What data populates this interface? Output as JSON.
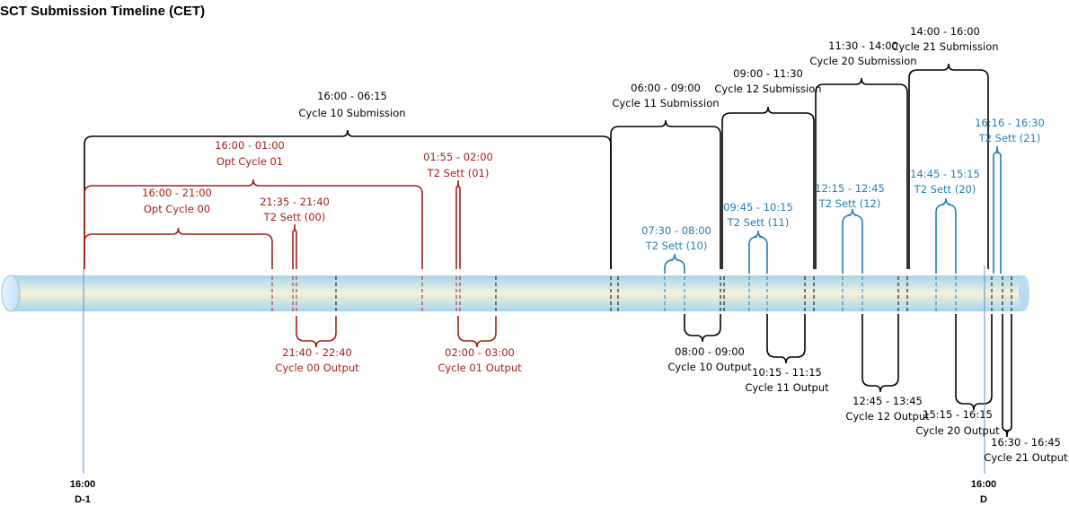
{
  "title": "SCT Submission Timeline (CET)",
  "colors": {
    "black": "#000000",
    "red": "#A52019",
    "blue": "#1F7DB8",
    "axis": "#5B8FD8"
  },
  "axis": {
    "left": {
      "time": "16:00",
      "day": "D-1"
    },
    "right": {
      "time": "16:00",
      "day": "D"
    }
  },
  "labels": [
    {
      "id": "cycle10-sub",
      "color": "black",
      "lines": [
        "16:00 - 06:15",
        "Cycle 10 Submission"
      ]
    },
    {
      "id": "opt01",
      "color": "red",
      "lines": [
        "16:00 - 01:00",
        "Opt Cycle 01"
      ]
    },
    {
      "id": "opt00",
      "color": "red",
      "lines": [
        "16:00 - 21:00",
        "Opt Cycle 00"
      ]
    },
    {
      "id": "t2-00",
      "color": "red",
      "lines": [
        "21:35 - 21:40",
        "T2 Sett (00)"
      ]
    },
    {
      "id": "t2-01",
      "color": "red",
      "lines": [
        "01:55 - 02:00",
        "T2 Sett (01)"
      ]
    },
    {
      "id": "out00",
      "color": "red",
      "lines": [
        "21:40 - 22:40",
        "Cycle 00 Output"
      ]
    },
    {
      "id": "out01",
      "color": "red",
      "lines": [
        "02:00 - 03:00",
        "Cycle 01 Output"
      ]
    },
    {
      "id": "cycle11-sub",
      "color": "black",
      "lines": [
        "06:00 - 09:00",
        "Cycle 11 Submission"
      ]
    },
    {
      "id": "cycle12-sub",
      "color": "black",
      "lines": [
        "09:00 - 11:30",
        "Cycle 12 Submission"
      ]
    },
    {
      "id": "cycle20-sub",
      "color": "black",
      "lines": [
        "11:30 - 14:00",
        "Cycle 20 Submission"
      ]
    },
    {
      "id": "cycle21-sub",
      "color": "black",
      "lines": [
        "14:00 - 16:00",
        "Cycle 21 Submission"
      ]
    },
    {
      "id": "t2-10",
      "color": "blue",
      "lines": [
        "07:30 - 08:00",
        "T2 Sett (10)"
      ]
    },
    {
      "id": "t2-11",
      "color": "blue",
      "lines": [
        "09:45 - 10:15",
        "T2 Sett (11)"
      ]
    },
    {
      "id": "t2-12",
      "color": "blue",
      "lines": [
        "12:15 - 12:45",
        "T2 Sett (12)"
      ]
    },
    {
      "id": "t2-20",
      "color": "blue",
      "lines": [
        "14:45 - 15:15",
        "T2 Sett (20)"
      ]
    },
    {
      "id": "t2-21",
      "color": "blue",
      "lines": [
        "16:16 - 16:30",
        "T2 Sett (21)"
      ]
    },
    {
      "id": "out10",
      "color": "black",
      "lines": [
        "08:00 - 09:00",
        "Cycle 10 Output"
      ]
    },
    {
      "id": "out11",
      "color": "black",
      "lines": [
        "10:15 - 11:15",
        "Cycle 11 Output"
      ]
    },
    {
      "id": "out12",
      "color": "black",
      "lines": [
        "12:45 - 13:45",
        "Cycle 12 Output"
      ]
    },
    {
      "id": "out20",
      "color": "black",
      "lines": [
        "15:15 - 16:15",
        "Cycle 20 Output"
      ]
    },
    {
      "id": "out21",
      "color": "black",
      "lines": [
        "16:30 - 16:45",
        "Cycle 21 Output"
      ]
    }
  ]
}
